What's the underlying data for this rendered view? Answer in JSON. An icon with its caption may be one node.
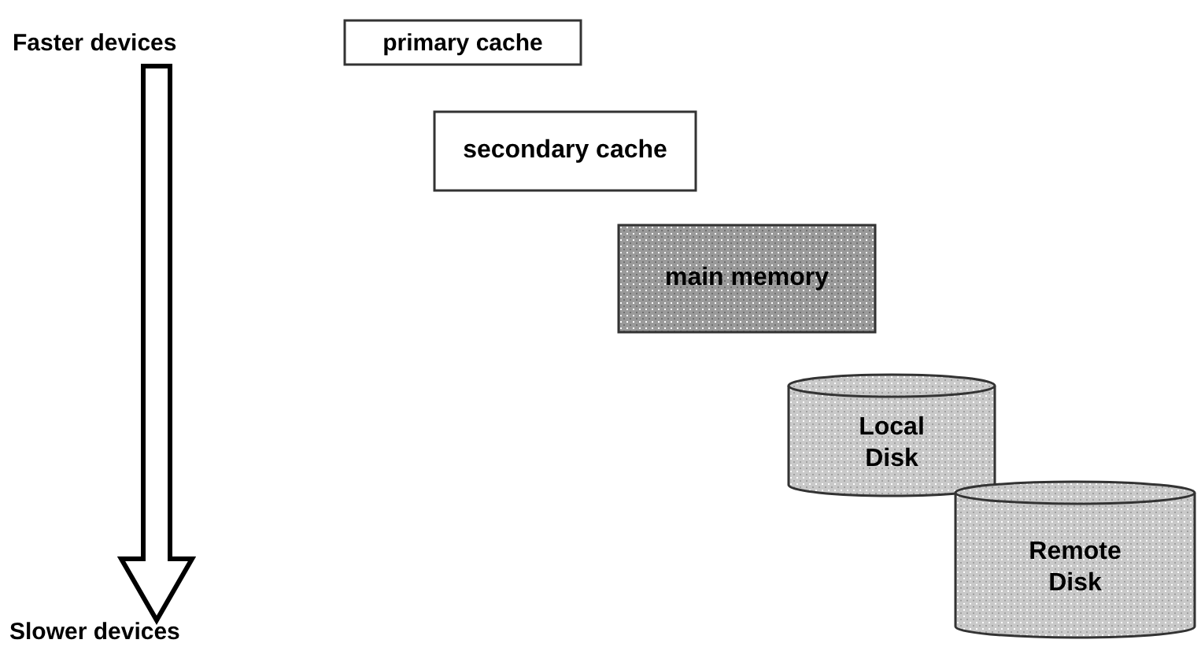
{
  "diagram": {
    "nodes": [
      {
        "text": [
          "primary cache"
        ]
      },
      {
        "text": [
          "secondary cache"
        ]
      },
      {
        "text": [
          "main memory"
        ]
      },
      {
        "text": [
          "Local Disk"
        ]
      },
      {
        "text": [
          "Remote Disk"
        ]
      }
    ],
    "labels": [
      "Faster devices",
      "Slower devices"
    ]
  }
}
